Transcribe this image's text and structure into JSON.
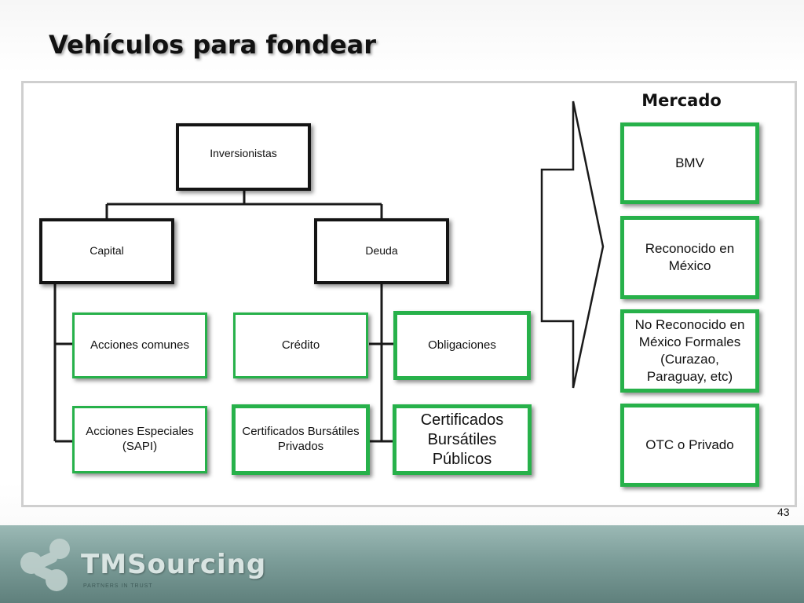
{
  "slide": {
    "title": "Vehículos para fondear",
    "page_number": "43"
  },
  "tree": {
    "root": "Inversionistas",
    "capital": "Capital",
    "deuda": "Deuda",
    "acciones_comunes": "Acciones comunes",
    "acciones_especiales": "Acciones Especiales (SAPI)",
    "credito": "Crédito",
    "obligaciones": "Obligaciones",
    "cert_privados": "Certificados Bursátiles Privados",
    "cert_publicos": "Certificados Bursátiles Públicos"
  },
  "market": {
    "heading": "Mercado",
    "items": [
      "BMV",
      "Reconocido en México",
      "No Reconocido en México Formales (Curazao, Paraguay, etc)",
      "OTC o Privado"
    ]
  },
  "footer": {
    "brand": "TMSourcing",
    "tagline": "PARTNERS IN TRUST"
  },
  "colors": {
    "green_border": "#27b14a",
    "black_border": "#141414",
    "panel_border": "#cfcfcf",
    "footer_band": "#7c9d99"
  }
}
